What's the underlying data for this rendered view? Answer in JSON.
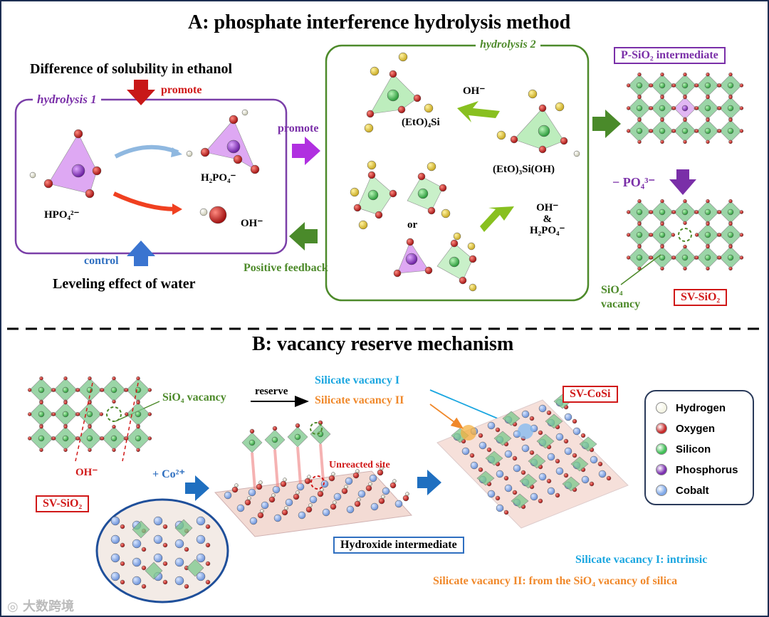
{
  "section_a": {
    "title": "A:  phosphate interference hydrolysis method",
    "solubility": "Difference of  solubility in ethanol",
    "hydrolysis1": "hydrolysis 1",
    "hydrolysis2": "hydrolysis 2",
    "promote": "promote",
    "promote2": "promote",
    "control": "control",
    "leveling": "Leveling effect of water",
    "positive_feedback": "Positive feedback",
    "hpo4": "HPO₄²⁻",
    "h2po4": "H₂PO₄⁻",
    "oh": "OH⁻",
    "eto4si": "(EtO)₄Si",
    "oh_arrow": "OH⁻",
    "eto3sioh": "(EtO)₃Si(OH)",
    "or": "or",
    "oh_h2po4": [
      "OH⁻",
      "&",
      "H₂PO₄⁻"
    ],
    "p_sio2": "P-SiO₂ intermediate",
    "minus_po4": "− PO₄³⁻",
    "sio4_vacancy": [
      "SiO₄",
      "vacancy"
    ],
    "sv_sio2": "SV-SiO₂"
  },
  "section_b": {
    "title": "B: vacancy reserve mechanism",
    "sio4_vacancy": "SiO₄ vacancy",
    "reserve": "reserve",
    "silicate_vacancy_1": "Silicate vacancy I",
    "silicate_vacancy_2": "Silicate vacancy II",
    "oh": "OH⁻",
    "co2": "+ Co²⁺",
    "sv_sio2": "SV-SiO₂",
    "unreacted_site": "Unreacted site",
    "sv_cosi": "SV-CoSi",
    "hydroxide_intermediate": "Hydroxide intermediate",
    "note1": "Silicate vacancy I: intrinsic",
    "note2": "Silicate vacancy II: from the SiO₄ vacancy of silica"
  },
  "legend": {
    "items": [
      {
        "label": "Hydrogen",
        "color": "#f4f4e4"
      },
      {
        "label": "Oxygen",
        "color": "#c62828"
      },
      {
        "label": "Silicon",
        "color": "#3fbf55"
      },
      {
        "label": "Phosphorus",
        "color": "#7b2fb0"
      },
      {
        "label": "Cobalt",
        "color": "#7fa8e8"
      }
    ]
  },
  "watermark": "大数跨境",
  "colors": {
    "purple": "#7a2fa8",
    "green": "#4d8a2a",
    "red": "#d01818",
    "blue": "#2f6fc0",
    "cyan": "#1aa6e0",
    "orange": "#f0882a"
  }
}
